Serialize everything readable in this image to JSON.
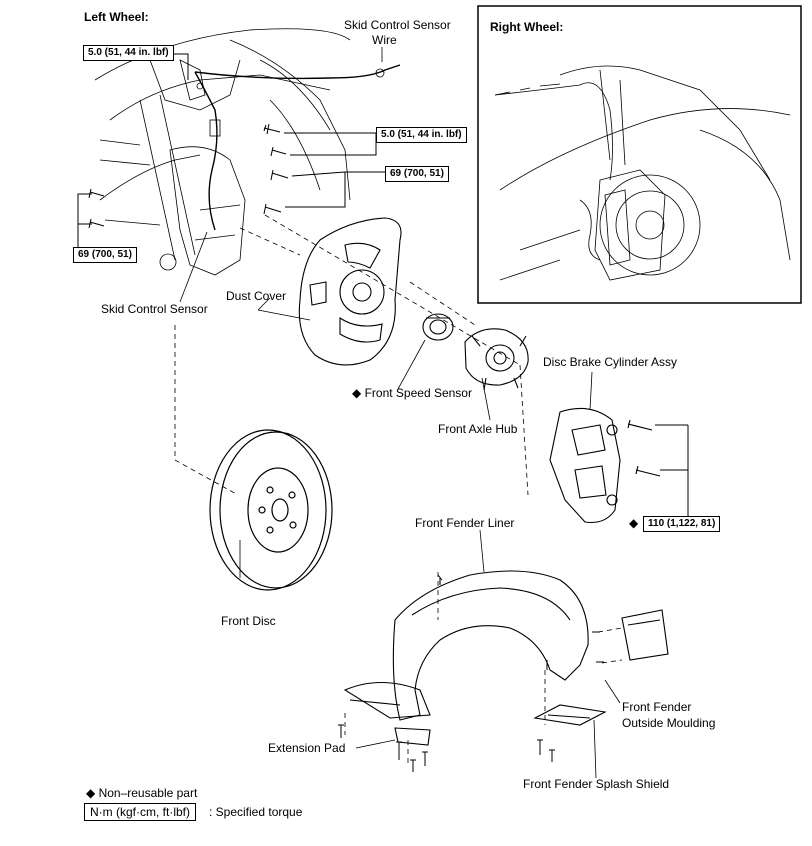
{
  "section_left": "Left Wheel:",
  "section_right": "Right Wheel:",
  "labels": {
    "skid_wire_1": "Skid Control Sensor",
    "skid_wire_2": "Wire",
    "skid_sensor": "Skid Control Sensor",
    "dust_cover": "Dust Cover",
    "front_speed_sensor": "Front Speed Sensor",
    "front_axle_hub": "Front Axle Hub",
    "disc_brake": "Disc Brake Cylinder Assy",
    "front_disc": "Front Disc",
    "fender_liner": "Front Fender Liner",
    "outside_moulding_1": "Front Fender",
    "outside_moulding_2": "Outside Moulding",
    "extension_pad": "Extension Pad",
    "splash_shield": "Front Fender Splash Shield"
  },
  "torques": {
    "sensor_bolt": "5.0 (51, 44 in. lbf)",
    "sensor_bracket": "5.0 (51, 44 in. lbf)",
    "dust_cover_bolts": "69 (700, 51)",
    "knuckle_bolts": "69 (700, 51)",
    "caliper_bolts": "110 (1,122, 81)"
  },
  "symbols": {
    "diamond": "◆"
  },
  "legend": {
    "non_reusable": "Non–reusable part",
    "torque_unit": "N·m (kgf·cm, ft·lbf)",
    "torque_desc": ": Specified torque"
  }
}
